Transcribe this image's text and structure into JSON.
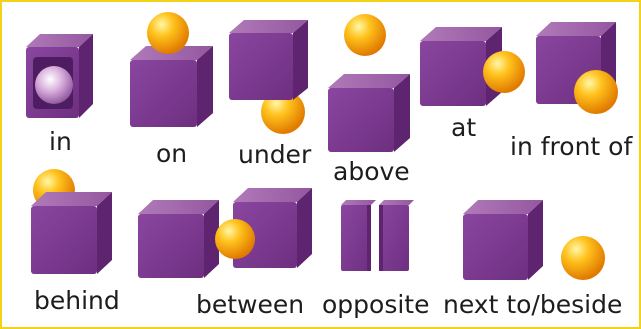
{
  "prepositions": [
    {
      "id": "in",
      "label": "in"
    },
    {
      "id": "on",
      "label": "on"
    },
    {
      "id": "under",
      "label": "under"
    },
    {
      "id": "above",
      "label": "above"
    },
    {
      "id": "at",
      "label": "at"
    },
    {
      "id": "in-front-of",
      "label": "in front of"
    },
    {
      "id": "behind",
      "label": "behind"
    },
    {
      "id": "between",
      "label": "between"
    },
    {
      "id": "opposite",
      "label": "opposite"
    },
    {
      "id": "next-to-beside",
      "label": "next to/beside"
    }
  ],
  "colors": {
    "frame_border": "#f2d318",
    "cube_top": "#9c5ca4",
    "cube_left": "#6a2f7a",
    "cube_front": "#7c3b8c",
    "ball_light": "#fff7a8",
    "ball_mid": "#ffc21c",
    "ball_dark": "#e07a00"
  },
  "icons": [
    "cube-icon",
    "ball-icon",
    "hollow-cube-icon",
    "panel-icon"
  ]
}
